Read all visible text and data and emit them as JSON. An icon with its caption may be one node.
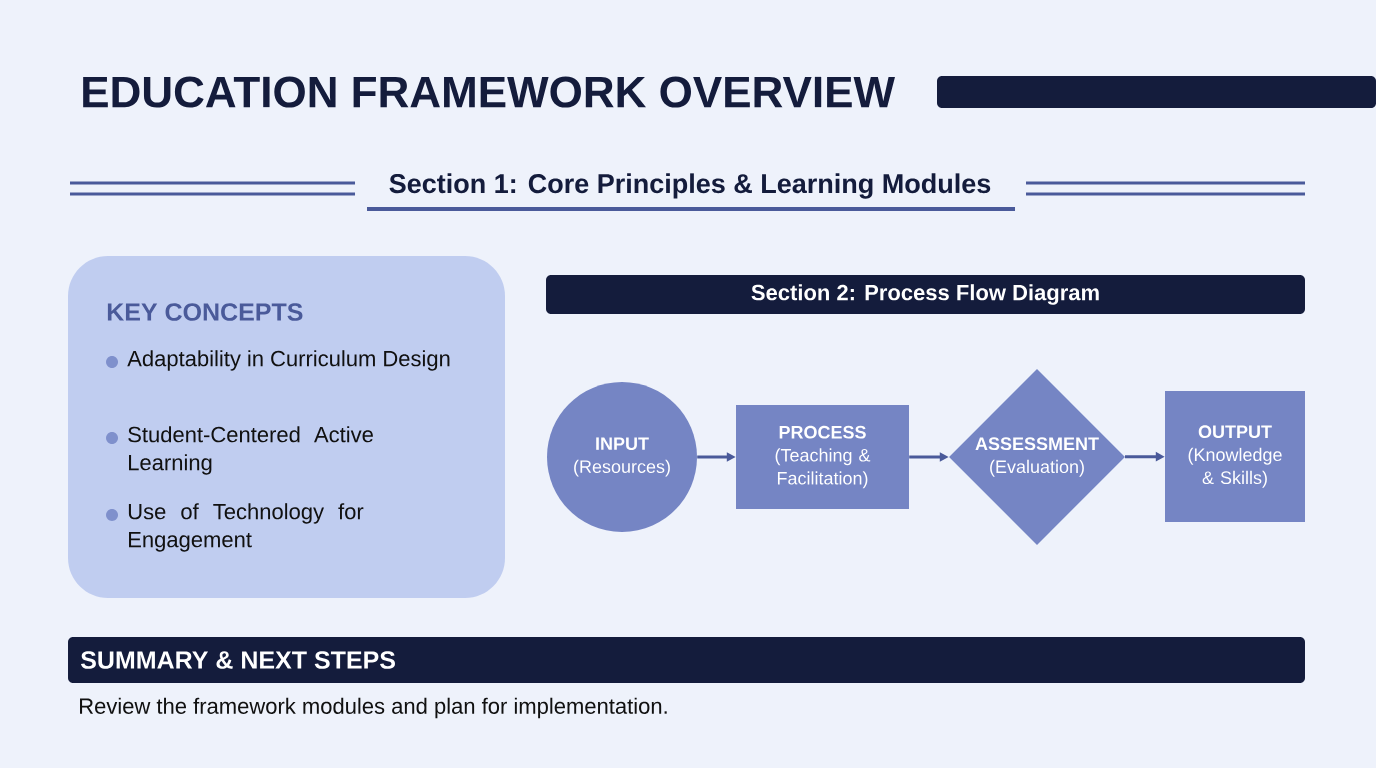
{
  "diagram": {
    "title": "EDUCATION FRAMEWORK OVERVIEW",
    "nodes": [
      {
        "text": [
          "KEY CONCEPTS",
          "Adaptability in Curriculum Design",
          "Student-Centered Active Learning",
          "Use of Technology for Engagement"
        ]
      },
      {
        "text": [
          "Section 2: Process Flow Diagram"
        ]
      },
      {
        "text": [
          "INPUT",
          "(Resources)"
        ]
      },
      {
        "text": [
          "PROCESS",
          "(Teaching & Facilitation)"
        ]
      },
      {
        "text": [
          "ASSESSMENT",
          "(Evaluation)"
        ]
      },
      {
        "text": [
          "OUTPUT",
          "(Knowledge & Skills)"
        ]
      },
      {
        "text": [
          "SUMMARY & NEXT STEPS"
        ],
        "beside": [
          "Review the framework modules and plan for implementation."
        ]
      }
    ],
    "edges": [
      {
        "from": 2,
        "to": 3,
        "arrow": "to"
      },
      {
        "from": 3,
        "to": 4,
        "arrow": "to"
      },
      {
        "from": 4,
        "to": 5,
        "arrow": "to"
      }
    ],
    "labels": [
      "Section 1: Core Principles & Learning Modules"
    ]
  }
}
